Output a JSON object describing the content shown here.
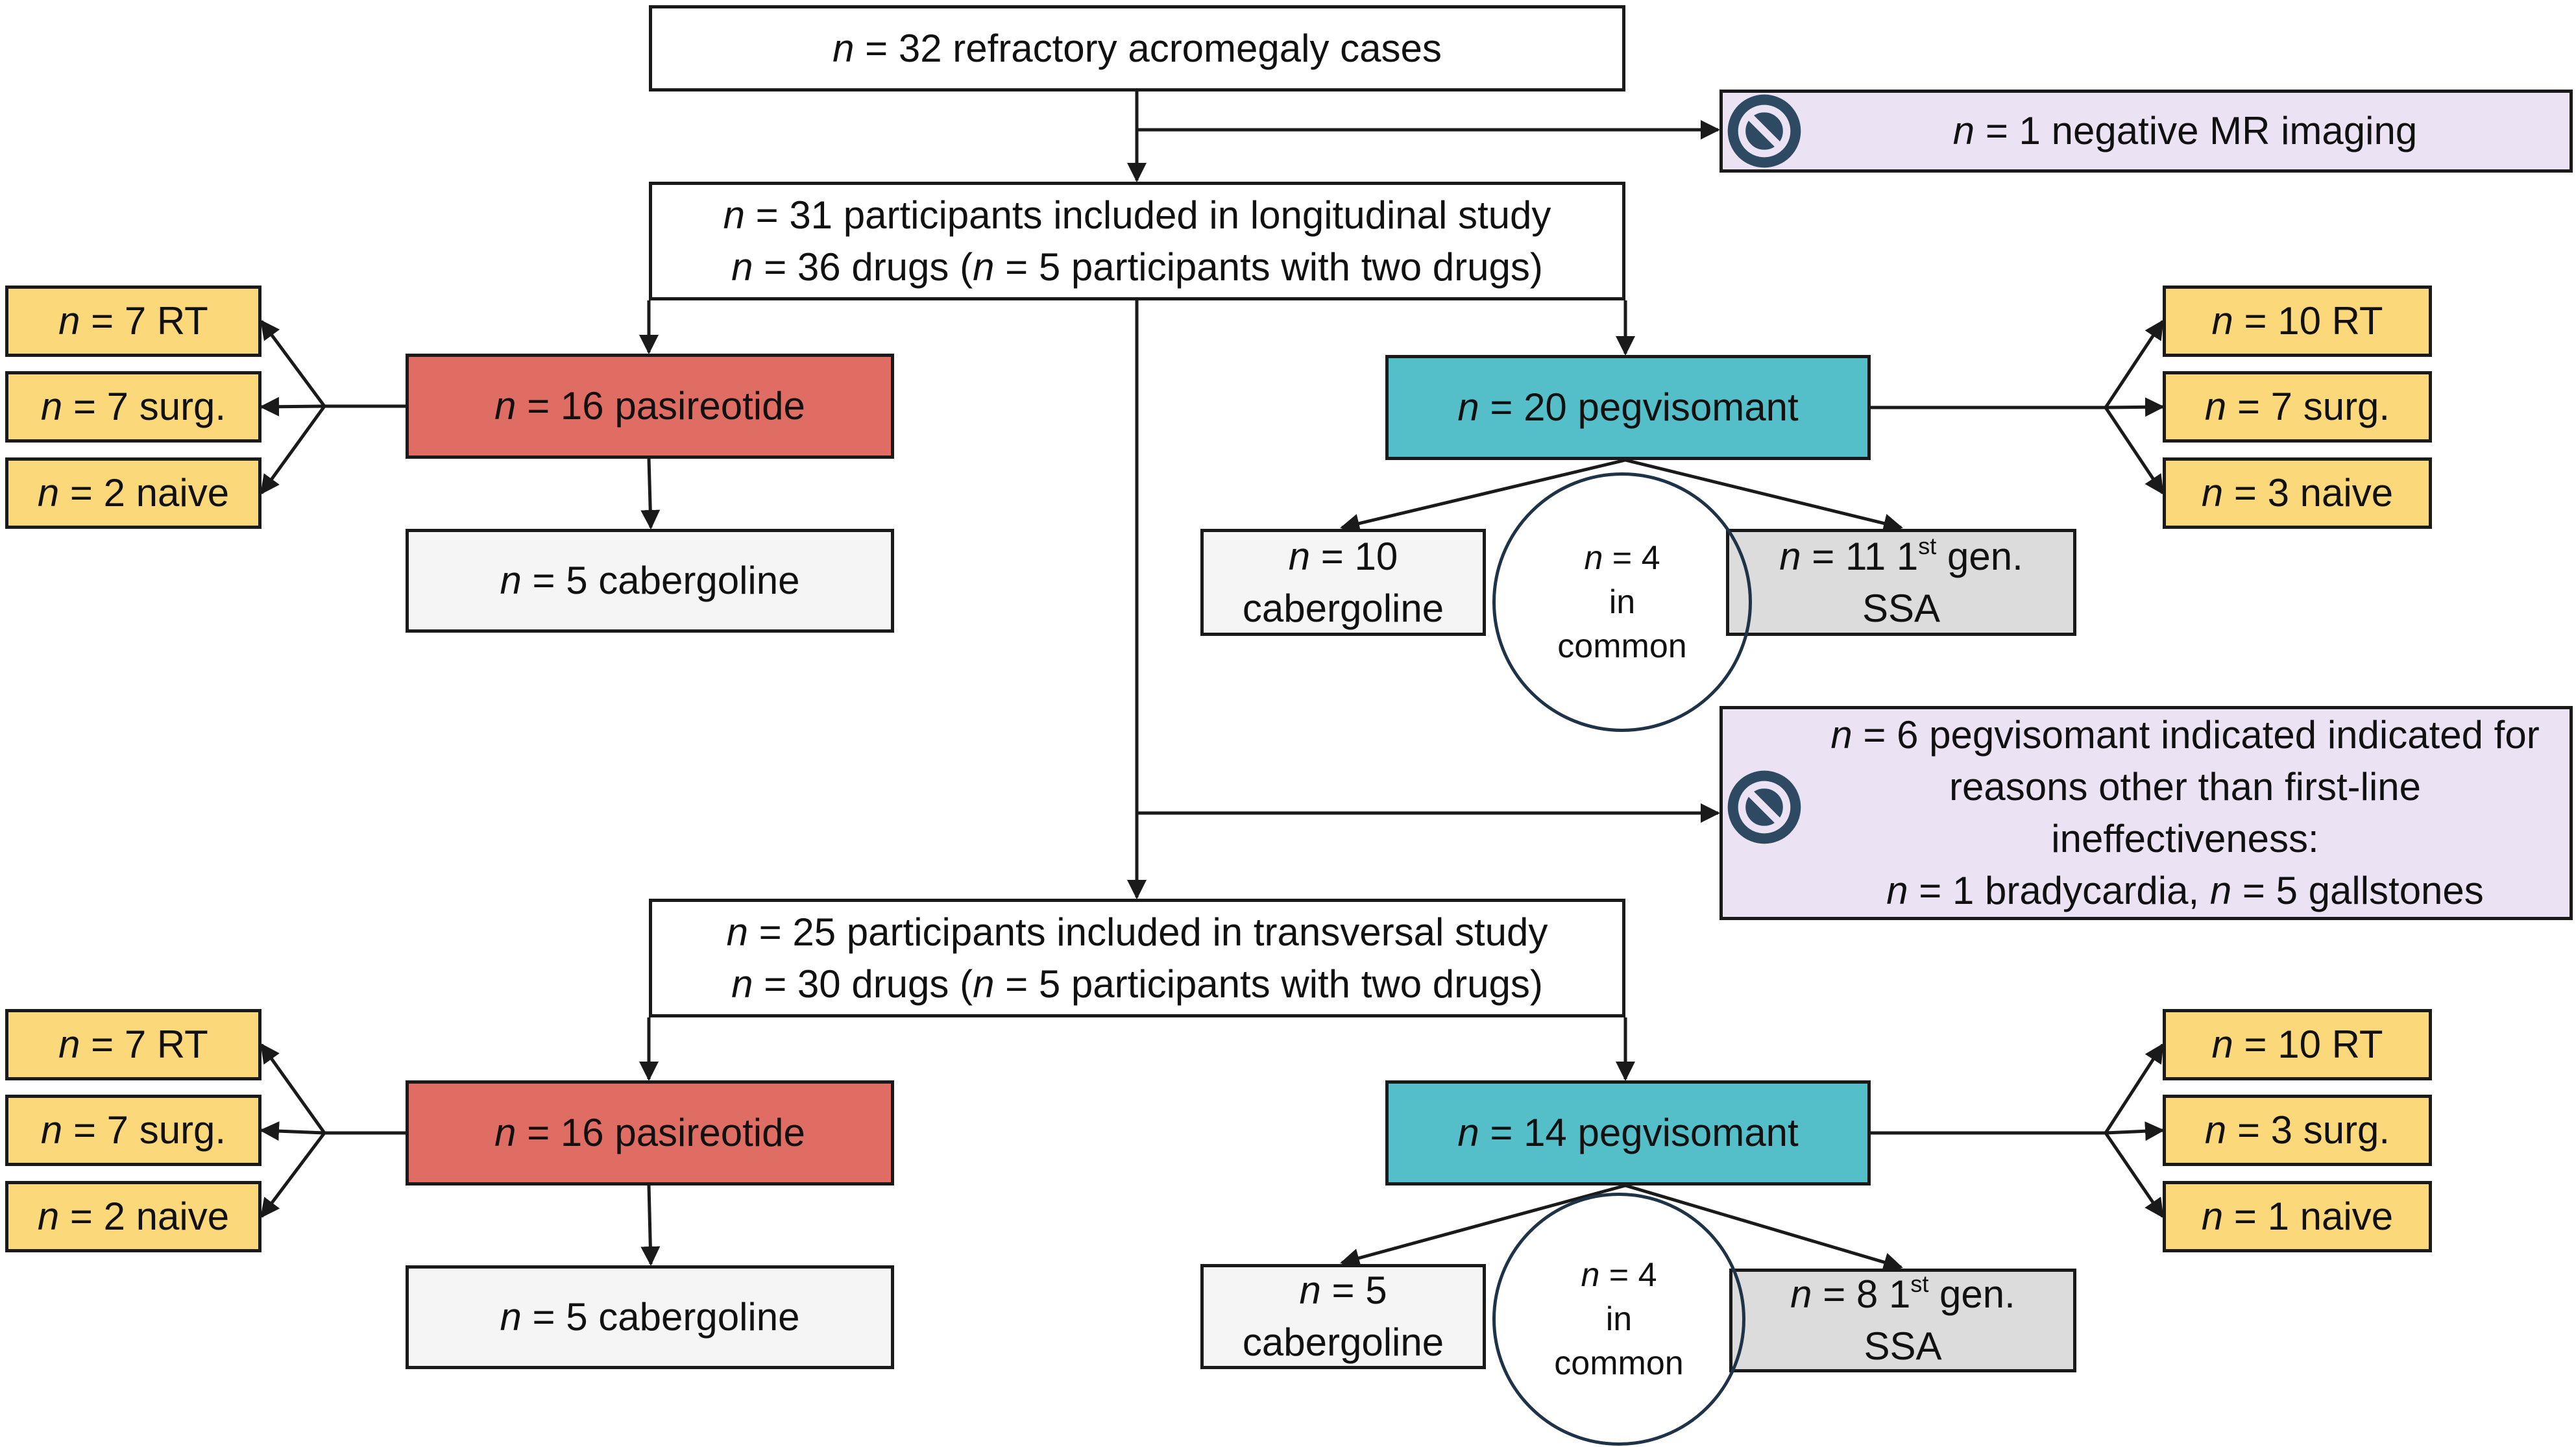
{
  "colors": {
    "line": "#1a1a1a",
    "pasireotide": "#e06d64",
    "pegvisomant": "#55bfc9",
    "subgroup": "#fbd97b",
    "exclusion": "#ebe3f3",
    "cabergoline": "#f5f5f5",
    "ssa": "#dcdcdc",
    "ban_icon": "#2e4a63"
  },
  "icons": {
    "exclusion": "no-entry-icon"
  },
  "top": {
    "lines": [
      [
        "n",
        " = 32 refractory acromegaly cases"
      ]
    ]
  },
  "exclusion_1": {
    "lines": [
      [
        "n",
        " = 1 negative MR imaging"
      ]
    ]
  },
  "longitudinal": {
    "lines": [
      [
        "n",
        " = 31 participants included in longitudinal study"
      ],
      [
        "n",
        " = 36 drugs (",
        "n",
        " = 5 participants with two drugs)"
      ]
    ],
    "pasireotide": {
      "label": [
        [
          "n",
          " = 16 pasireotide"
        ]
      ],
      "subgroups": [
        [
          "n",
          " = 7 RT"
        ],
        [
          "n",
          " = 7 surg."
        ],
        [
          "n",
          " = 2 naive"
        ]
      ],
      "cabergoline": [
        [
          "n",
          " = 5 cabergoline"
        ]
      ]
    },
    "pegvisomant": {
      "label": [
        [
          "n",
          " = 20 pegvisomant"
        ]
      ],
      "subgroups": [
        [
          "n",
          " = 10 RT"
        ],
        [
          "n",
          " = 7 surg."
        ],
        [
          "n",
          " = 3 naive"
        ]
      ],
      "cabergoline": [
        [
          "n",
          " = 10"
        ],
        [
          "cabergoline"
        ]
      ],
      "ssa": [
        [
          "n",
          " = 11 1",
          "st",
          " gen."
        ],
        [
          "SSA"
        ]
      ],
      "common": [
        [
          "n",
          " = 4"
        ],
        [
          "in"
        ],
        [
          "common"
        ]
      ]
    }
  },
  "exclusion_2": {
    "lines": [
      [
        "n",
        " = 6 pegvisomant indicated indicated for"
      ],
      [
        "reasons other than first-line"
      ],
      [
        "ineffectiveness:"
      ],
      [
        "n",
        " = 1 bradycardia, ",
        "n",
        " = 5 gallstones"
      ]
    ]
  },
  "transversal": {
    "lines": [
      [
        "n",
        " = 25 participants included in transversal study"
      ],
      [
        "n",
        " = 30 drugs (",
        "n",
        " = 5 participants with two drugs)"
      ]
    ],
    "pasireotide": {
      "label": [
        [
          "n",
          " = 16 pasireotide"
        ]
      ],
      "subgroups": [
        [
          "n",
          " = 7 RT"
        ],
        [
          "n",
          " = 7 surg."
        ],
        [
          "n",
          " = 2 naive"
        ]
      ],
      "cabergoline": [
        [
          "n",
          " = 5 cabergoline"
        ]
      ]
    },
    "pegvisomant": {
      "label": [
        [
          "n",
          " = 14 pegvisomant"
        ]
      ],
      "subgroups": [
        [
          "n",
          " = 10 RT"
        ],
        [
          "n",
          " = 3 surg."
        ],
        [
          "n",
          " = 1 naive"
        ]
      ],
      "cabergoline": [
        [
          "n",
          " = 5"
        ],
        [
          "cabergoline"
        ]
      ],
      "ssa": [
        [
          "n",
          " = 8 1",
          "st",
          " gen."
        ],
        [
          "SSA"
        ]
      ],
      "common": [
        [
          "n",
          " = 4"
        ],
        [
          "in"
        ],
        [
          "common"
        ]
      ]
    }
  }
}
